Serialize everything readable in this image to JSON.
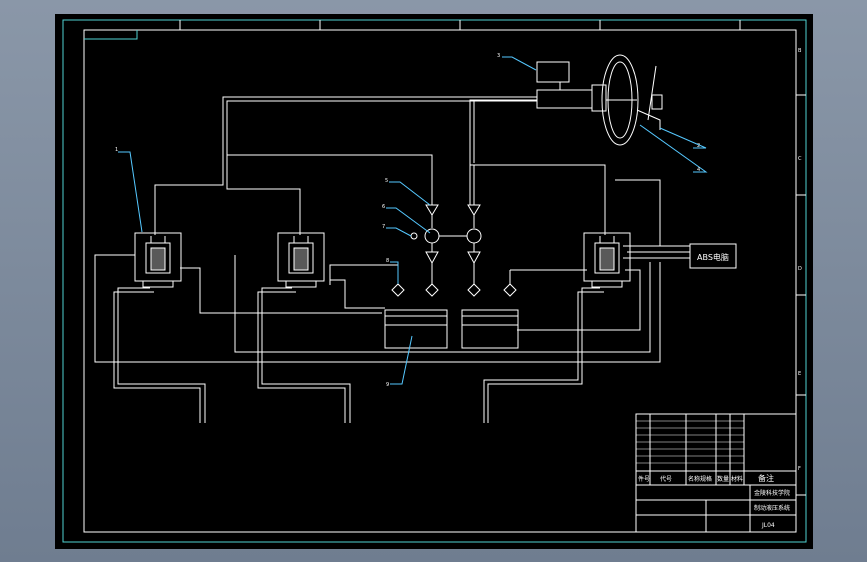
{
  "colors": {
    "background": "#7d8a9c",
    "sheet": "#000000",
    "frame": "#4fd2d2",
    "line": "#ffffff",
    "leader": "#55c8ff"
  },
  "diagram": {
    "ecu_label": "ABS电脑",
    "part_numbers": [
      "1",
      "2",
      "3",
      "4",
      "5",
      "6",
      "7",
      "8",
      "9"
    ],
    "border_ticks_right": [
      "B",
      "C",
      "D",
      "E",
      "F"
    ],
    "title_block": {
      "header": [
        "件号",
        "代号",
        "名称规格",
        "数量",
        "材料",
        "备注"
      ],
      "school": "金陵科技学院",
      "drawing_title": "制动液压系统",
      "drawing_code": "JL04"
    }
  }
}
